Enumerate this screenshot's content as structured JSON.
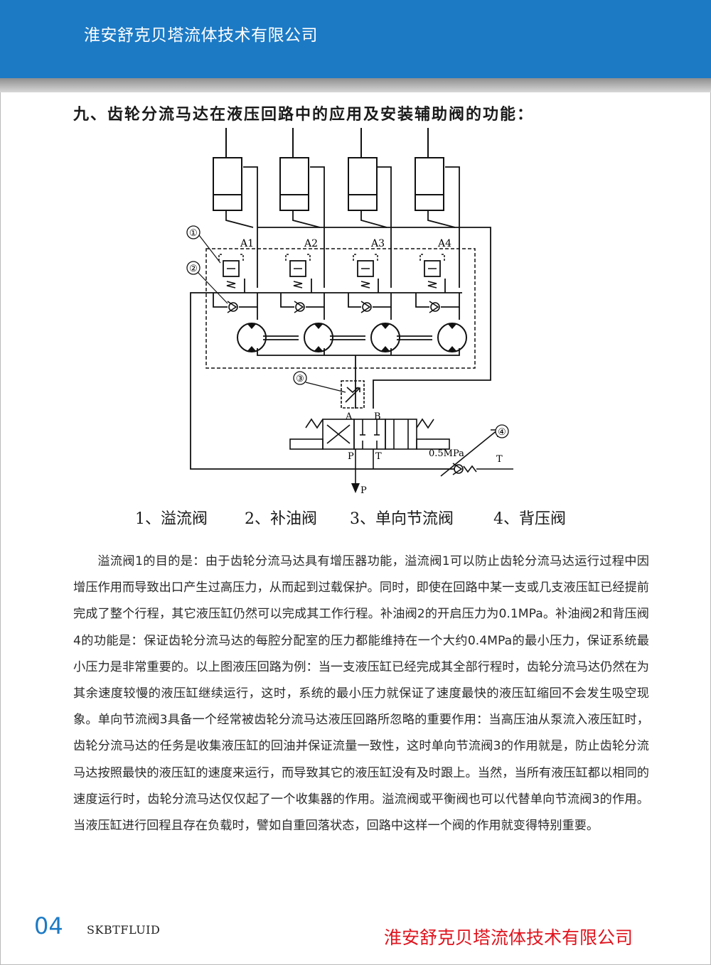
{
  "header": {
    "company": "淮安舒克贝塔流体技术有限公司"
  },
  "section": {
    "heading": "九、齿轮分流马达在液压回路中的应用及安装辅助阀的功能："
  },
  "diagram": {
    "callouts": [
      "①",
      "②",
      "③",
      "④"
    ],
    "port_labels": [
      "A1",
      "A2",
      "A3",
      "A4"
    ],
    "valve_ports": {
      "a": "A",
      "b": "B",
      "p": "P",
      "t": "T"
    },
    "pressure": "0.5MPa",
    "tank": "T",
    "pump": "P"
  },
  "legend": [
    {
      "number": "1、",
      "name": "溢流阀"
    },
    {
      "number": "2、",
      "name": "补油阀"
    },
    {
      "number": "3、",
      "name": "单向节流阀"
    },
    {
      "number": "4、",
      "name": "背压阀"
    }
  ],
  "body": {
    "paragraph": "溢流阀1的目的是：由于齿轮分流马达具有增压器功能，溢流阀1可以防止齿轮分流马达运行过程中因增压作用而导致出口产生过高压力，从而起到过载保护。同时，即使在回路中某一支或几支液压缸已经提前完成了整个行程，其它液压缸仍然可以完成其工作行程。补油阀2的开启压力为0.1MPa。补油阀2和背压阀4的功能是：保证齿轮分流马达的每腔分配室的压力都能维持在一个大约0.4MPa的最小压力，保证系统最小压力是非常重要的。以上图液压回路为例：当一支液压缸已经完成其全部行程时，齿轮分流马达仍然在为其余速度较慢的液压缸继续运行，这时，系统的最小压力就保证了速度最快的液压缸缩回不会发生吸空现象。单向节流阀3具备一个经常被齿轮分流马达液压回路所忽略的重要作用：当高压油从泵流入液压缸时，齿轮分流马达的任务是收集液压缸的回油并保证流量一致性，这时单向节流阀3的作用就是，防止齿轮分流马达按照最快的液压缸的速度来运行，而导致其它的液压缸没有及时跟上。当然，当所有液压缸都以相同的速度运行时，齿轮分流马达仅仅起了一个收集器的作用。溢流阀或平衡阀也可以代替单向节流阀3的作用。当液压缸进行回程且存在负载时，譬如自重回落状态，回路中这样一个阀的作用就变得特别重要。"
  },
  "footer": {
    "page_number": "04",
    "brand": "SKBTFLUID",
    "company": "淮安舒克贝塔流体技术有限公司"
  },
  "colors": {
    "header_blue": "#1c7ac5",
    "footer_red": "#e0141e"
  }
}
